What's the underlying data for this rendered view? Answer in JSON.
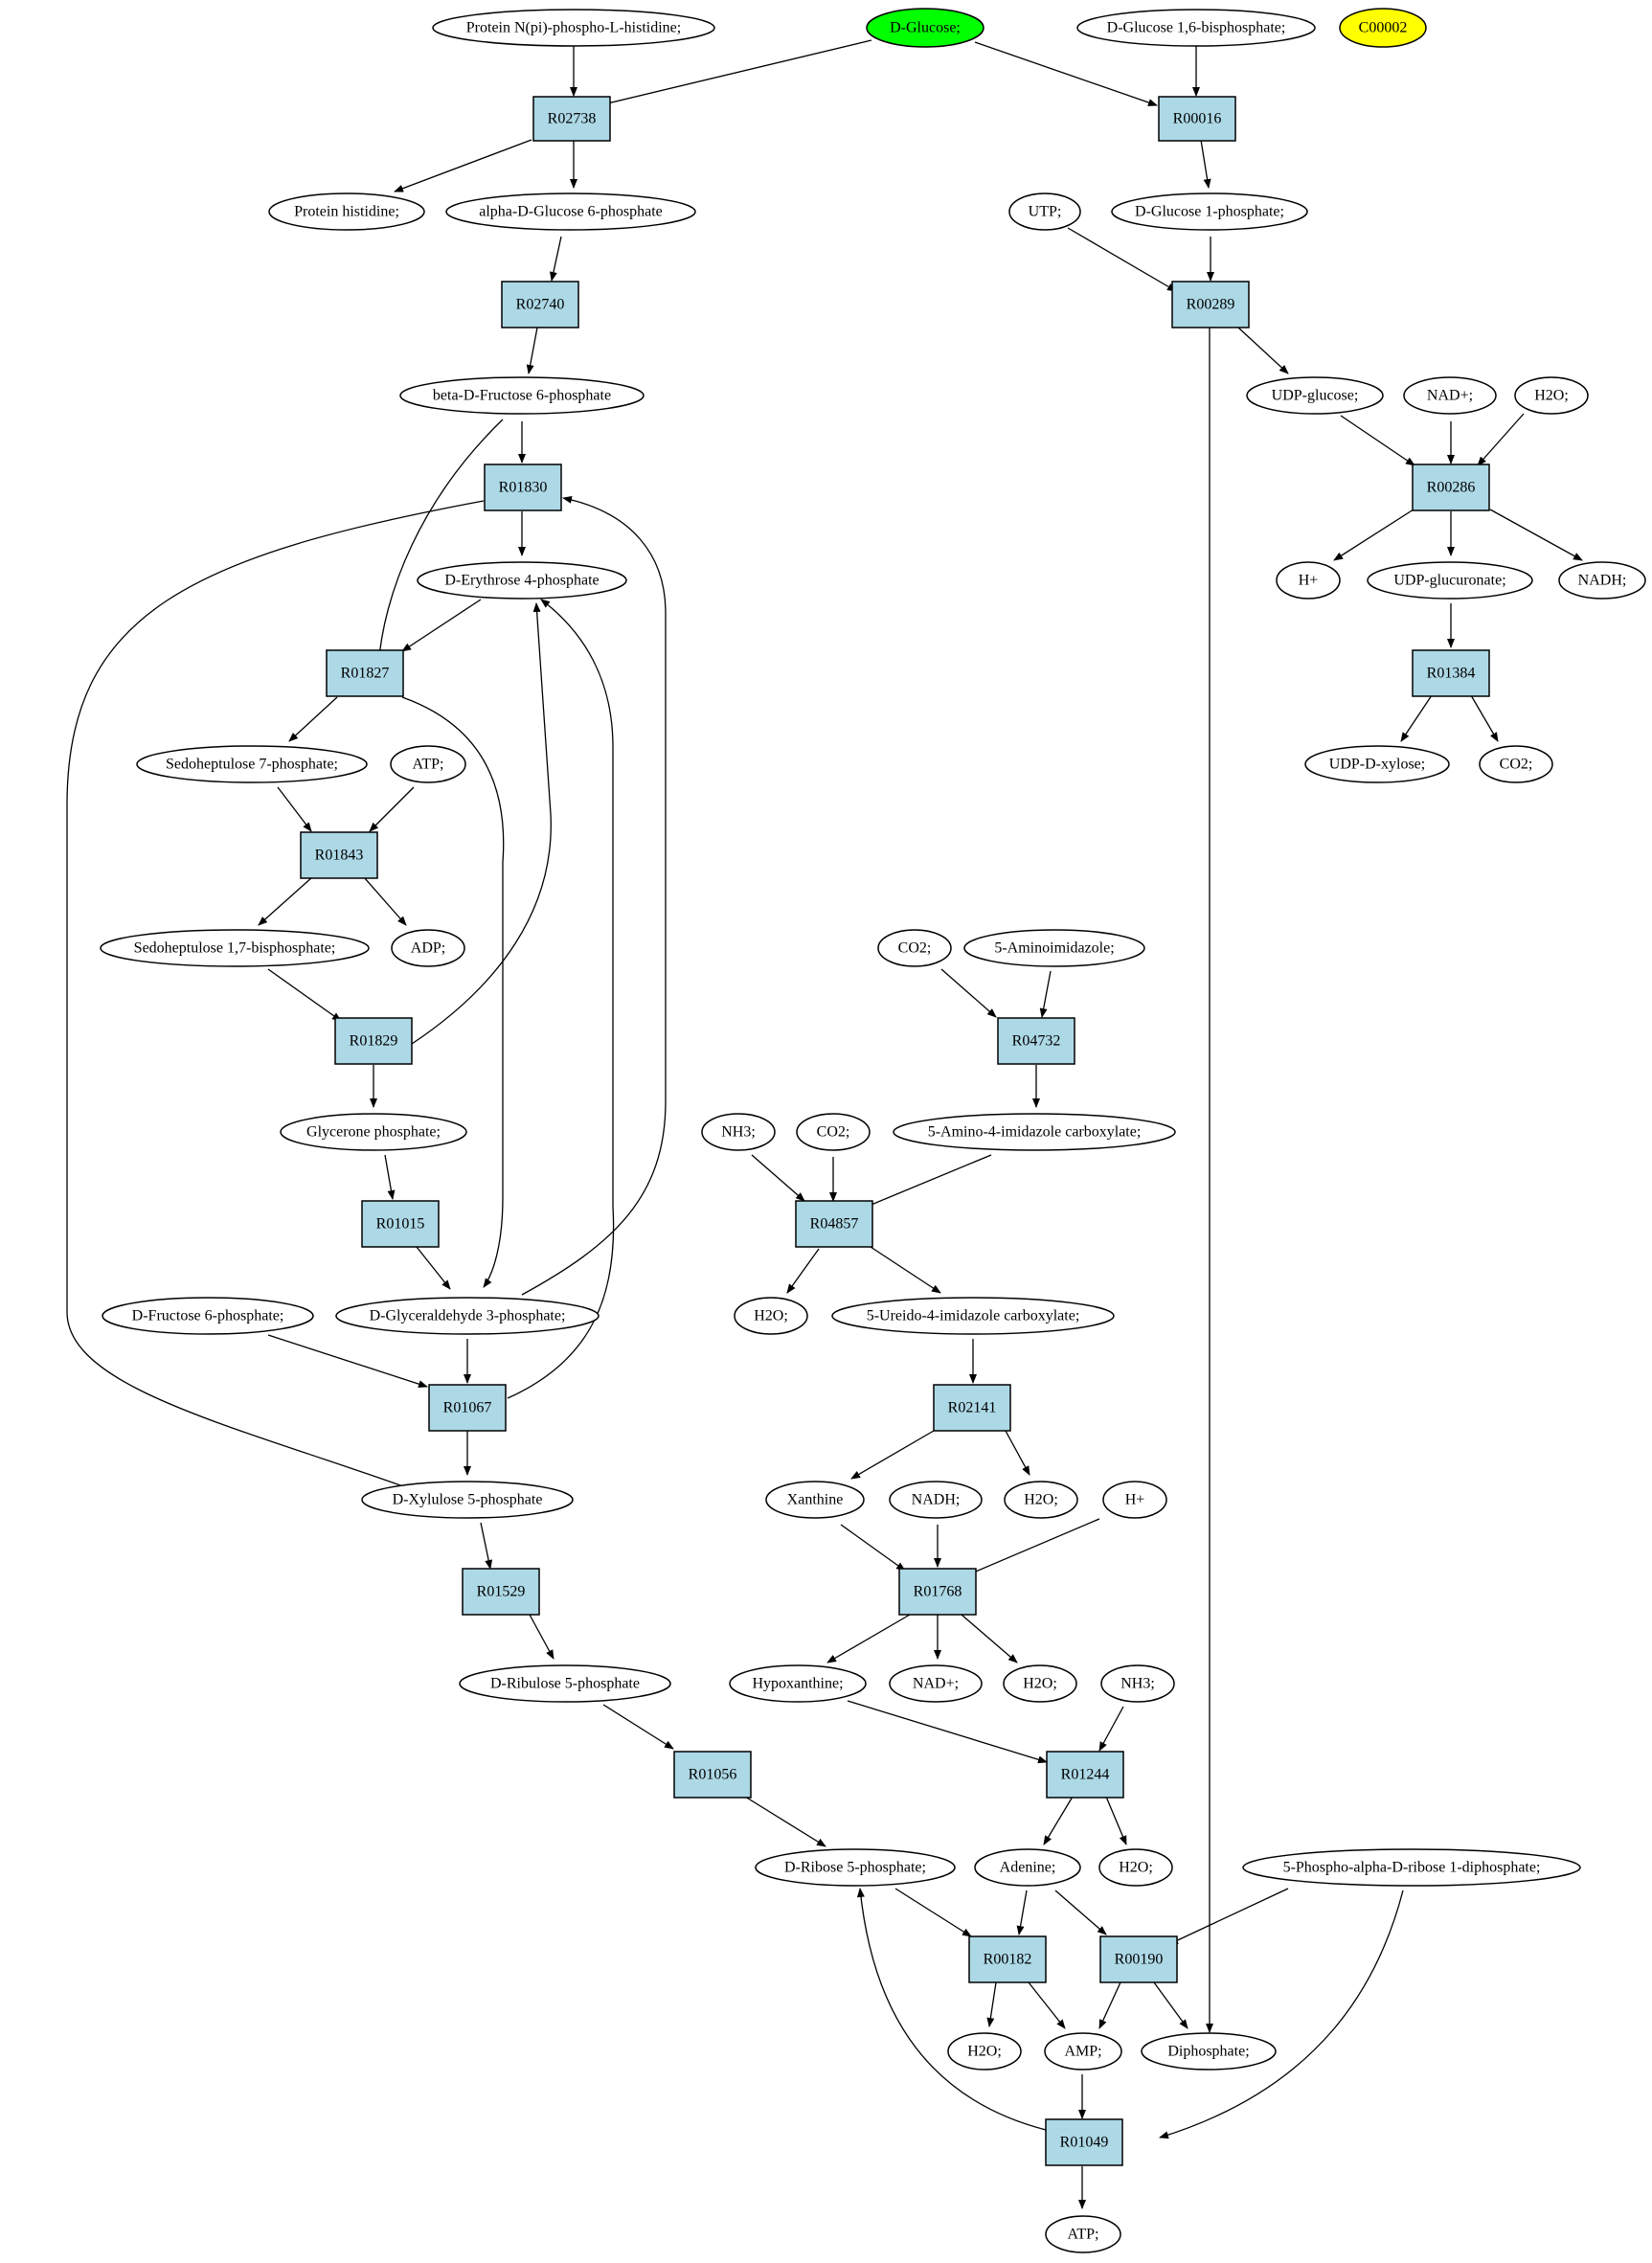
{
  "colors": {
    "reaction_fill": "#add8e6",
    "compound_fill": "#ffffff",
    "start_compound_fill": "#00ff00",
    "highlight_compound_fill": "#ffff00",
    "stroke": "#000000"
  },
  "nodes": {
    "protein_npi": "Protein N(pi)-phospho-L-histidine;",
    "d_glucose": "D-Glucose;",
    "d_glucose_16bp": "D-Glucose 1,6-bisphosphate;",
    "c00002": "C00002",
    "r02738": "R02738",
    "r00016": "R00016",
    "protein_his": "Protein histidine;",
    "a_g6p": "alpha-D-Glucose 6-phosphate",
    "utp": "UTP;",
    "g1p": "D-Glucose 1-phosphate;",
    "r02740": "R02740",
    "r00289": "R00289",
    "b_f6p": "beta-D-Fructose 6-phosphate",
    "udp_glucose": "UDP-glucose;",
    "nadp_top": "NAD+;",
    "h2o_top": "H2O;",
    "r01830": "R01830",
    "r00286": "R00286",
    "e4p": "D-Erythrose 4-phosphate",
    "h_plus_top": "H+",
    "udp_glucuronate": "UDP-glucuronate;",
    "nadh_top": "NADH;",
    "r01827": "R01827",
    "r01384": "R01384",
    "s7p": "Sedoheptulose 7-phosphate;",
    "atp_1": "ATP;",
    "udp_xylose": "UDP-D-xylose;",
    "co2_top": "CO2;",
    "r01843": "R01843",
    "s17bp": "Sedoheptulose 1,7-bisphosphate;",
    "adp": "ADP;",
    "co2_mid": "CO2;",
    "aminoimidazole": "5-Aminoimidazole;",
    "r01829": "R01829",
    "r04732": "R04732",
    "glycerone_p": "Glycerone phosphate;",
    "nh3_mid": "NH3;",
    "co2_mid2": "CO2;",
    "aica": "5-Amino-4-imidazole carboxylate;",
    "r01015": "R01015",
    "r04857": "R04857",
    "df6p": "D-Fructose 6-phosphate;",
    "g3p": "D-Glyceraldehyde 3-phosphate;",
    "h2o_mid": "H2O;",
    "ureido": "5-Ureido-4-imidazole carboxylate;",
    "r01067": "R01067",
    "r02141": "R02141",
    "x5p": "D-Xylulose 5-phosphate",
    "xanthine": "Xanthine",
    "nadh_mid": "NADH;",
    "h2o_mid2": "H2O;",
    "h_plus_mid": "H+",
    "r01529": "R01529",
    "r01768": "R01768",
    "ru5p": "D-Ribulose 5-phosphate",
    "hypoxanthine": "Hypoxanthine;",
    "nadp_mid": "NAD+;",
    "h2o_mid3": "H2O;",
    "nh3_low": "NH3;",
    "r01056": "R01056",
    "r01244": "R01244",
    "r5p": "D-Ribose 5-phosphate;",
    "adenine": "Adenine;",
    "h2o_low": "H2O;",
    "prpp": "5-Phospho-alpha-D-ribose 1-diphosphate;",
    "r00182": "R00182",
    "r00190": "R00190",
    "h2o_low2": "H2O;",
    "amp": "AMP;",
    "diphosphate": "Diphosphate;",
    "r01049": "R01049",
    "atp_2": "ATP;"
  }
}
